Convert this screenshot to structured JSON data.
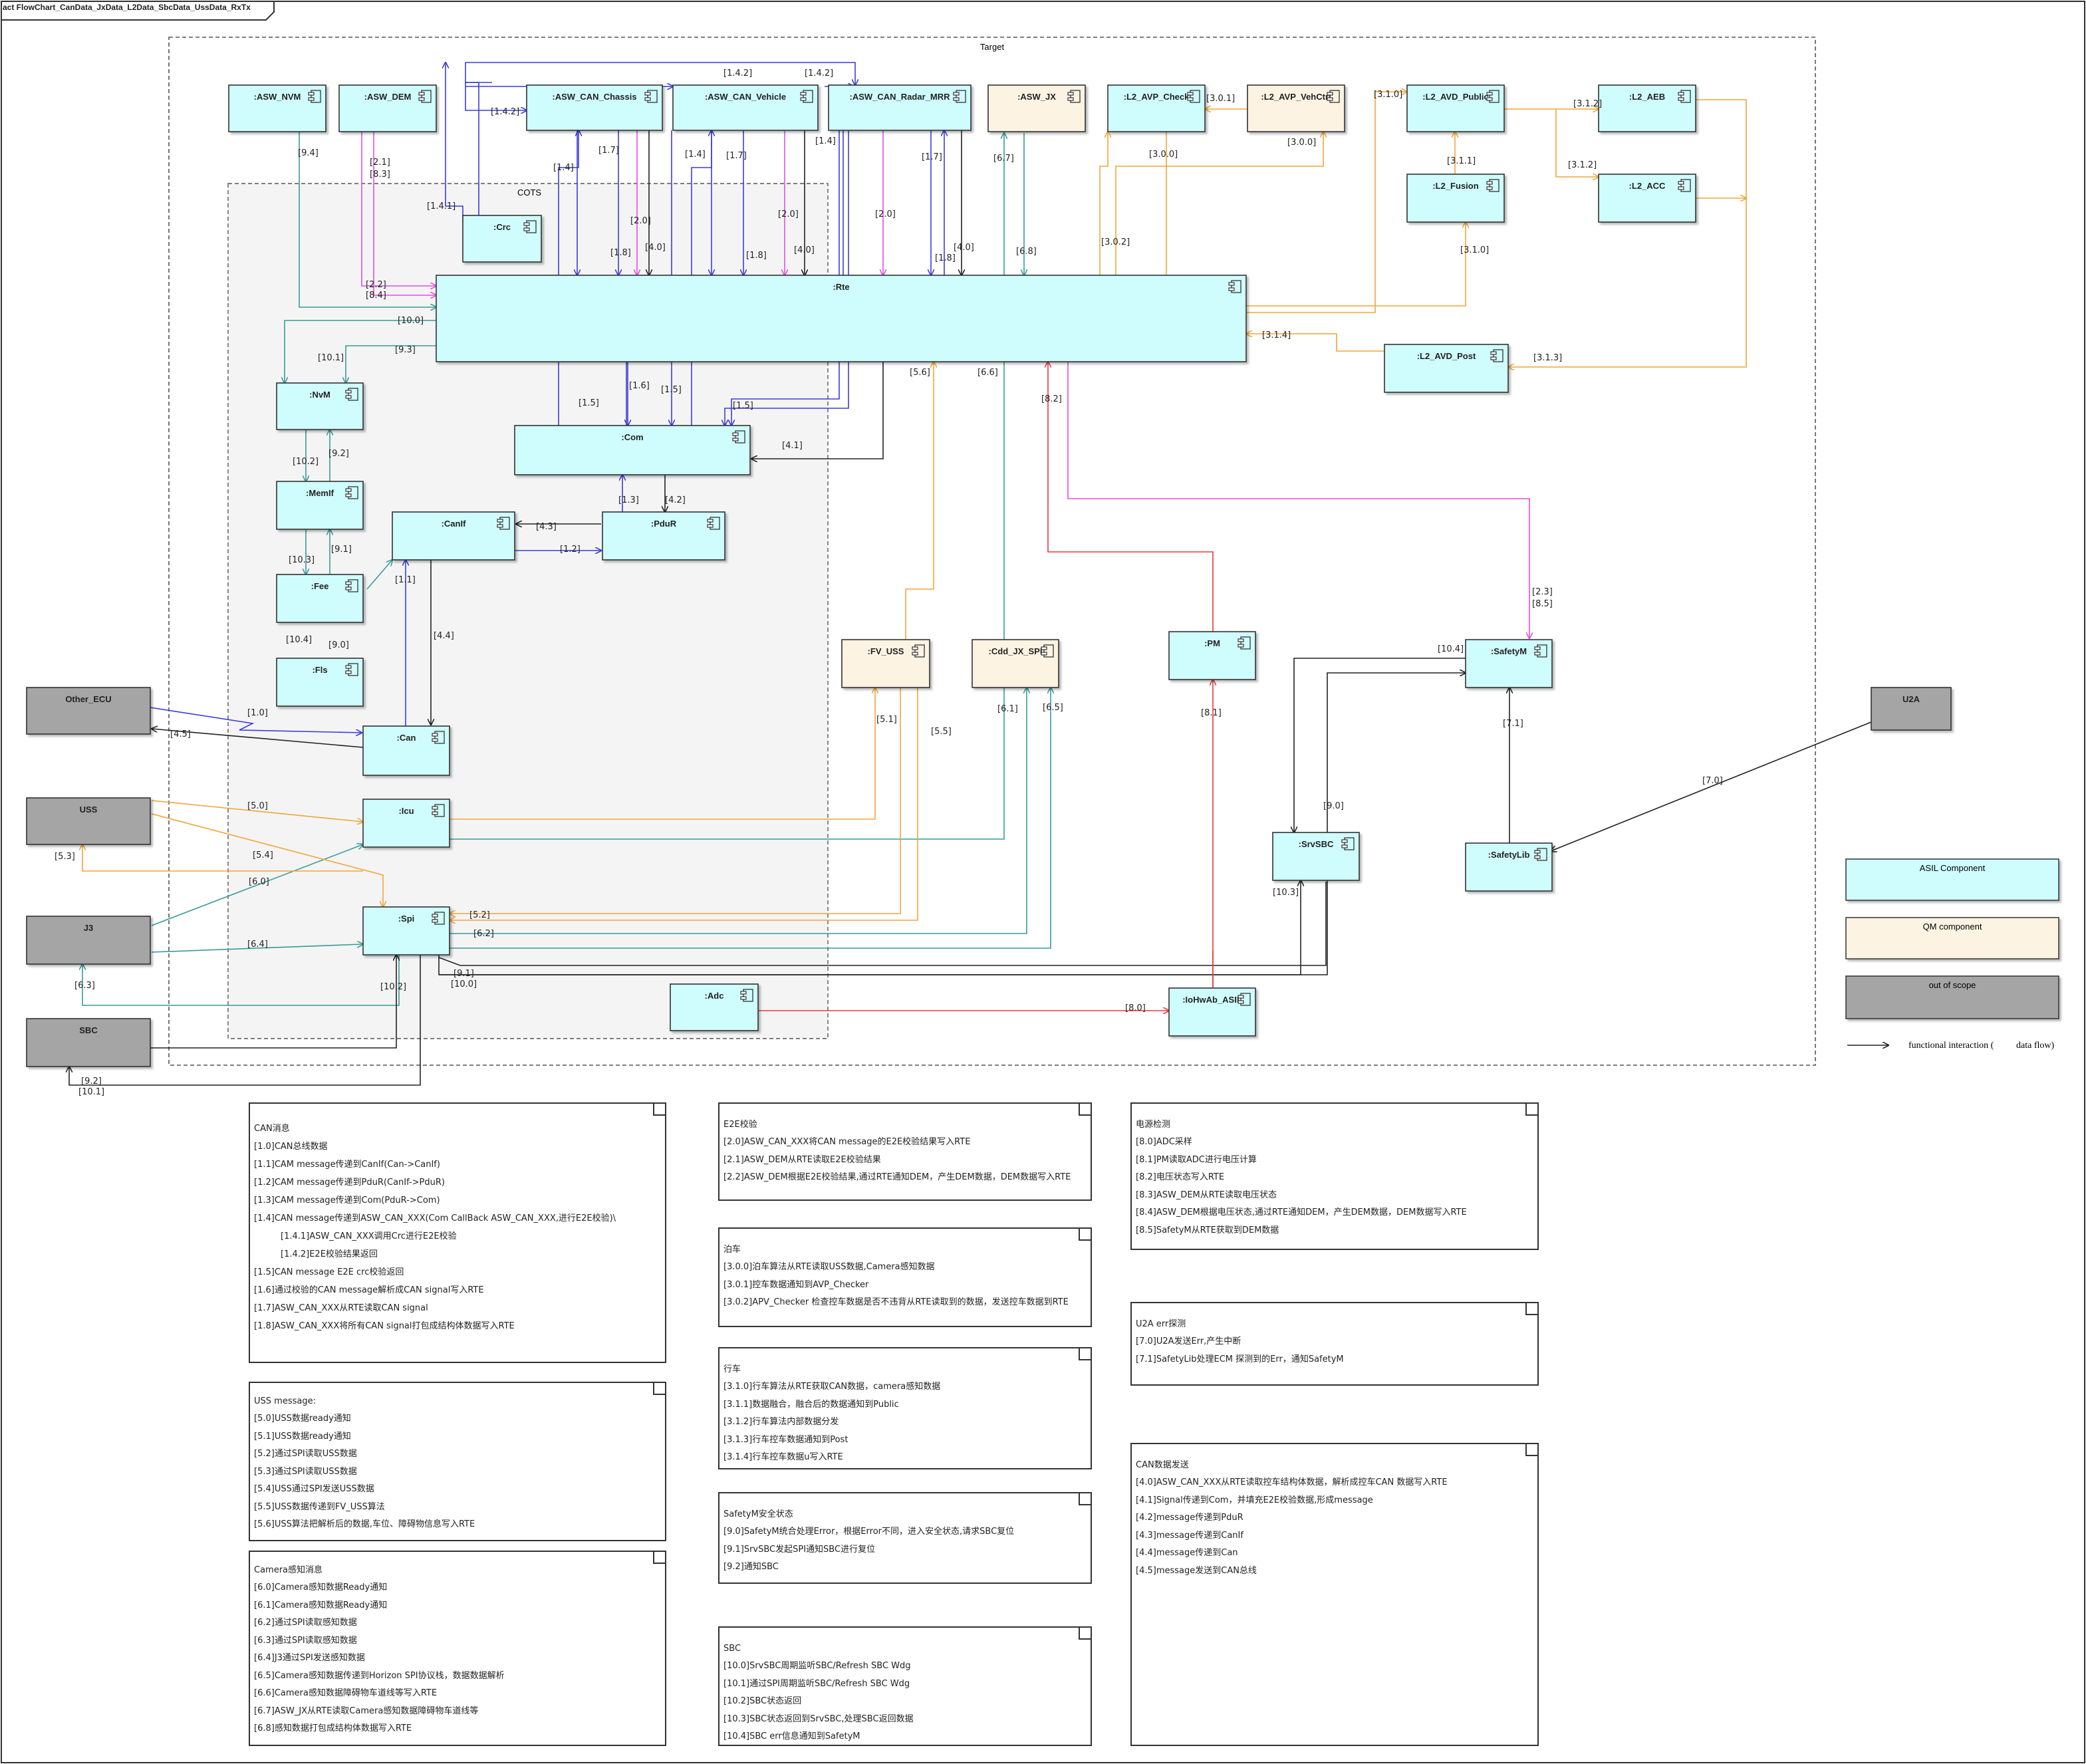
{
  "frame": {
    "title": "act FlowChart_CanData_JxData_L2Data_SbcData_UssData_RxTx"
  },
  "labels": {
    "target": "Target",
    "cots": "COTS"
  },
  "colors": {
    "asil_fill": "#cffcfc",
    "qm_fill": "#fdf3e2",
    "out_fill": "#a5a5a5",
    "blue": "#3c3cd8",
    "teal": "#3a9a9a",
    "pink": "#e050e0",
    "orange": "#f2a53a",
    "black": "#222222",
    "red": "#e83a3a"
  },
  "components": {
    "asw_nvm": ":ASW_NVM",
    "asw_dem": ":ASW_DEM",
    "asw_can_chassis": ":ASW_CAN_Chassis",
    "asw_can_vehicle": ":ASW_CAN_Vehicle",
    "asw_can_radar": ":ASW_CAN_Radar_MRR",
    "asw_jx": ":ASW_JX",
    "l2_avp_check": ":L2_AVP_Check",
    "l2_avp_vehctrl": ":L2_AVP_VehCtrl",
    "l2_avd_public": ":L2_AVD_Public",
    "l2_aeb": ":L2_AEB",
    "l2_fusion": ":L2_Fusion",
    "l2_acc": ":L2_ACC",
    "crc": ":Crc",
    "rte": ":Rte",
    "l2_avd_post": ":L2_AVD_Post",
    "nvm": ":NvM",
    "memif": ":MemIf",
    "fee": ":Fee",
    "fls": ":Fls",
    "com": ":Com",
    "canif": ":CanIf",
    "pdur": ":PduR",
    "can": ":Can",
    "icu": ":Icu",
    "spi": ":Spi",
    "adc": ":Adc",
    "fv_uss": ":FV_USS",
    "cdd_jx_spi": ":Cdd_JX_SPI",
    "pm": ":PM",
    "safetym": ":SafetyM",
    "srvsbc": ":SrvSBC",
    "safetylib": ":SafetyLib",
    "iohwab": ":IoHwAb_ASIL",
    "other_ecu": "Other_ECU",
    "uss": "USS",
    "j3": "J3",
    "sbc": "SBC",
    "u2a": "U2A"
  },
  "legend": {
    "asil": "ASIL Component",
    "qm": "QM component",
    "out": "out of scope",
    "arrow_text_a": "functional interaction (",
    "arrow_text_b": "data flow)"
  },
  "flow_labels": {
    "l_1_4_2a": "[1.4.2]",
    "l_1_4_2b": "[1.4.2]",
    "l_1_4_2c": "[1.4.2]",
    "l_1_4_1": "[1.4.1]",
    "l_1_4a": "[1.4]",
    "l_1_4b": "[1.4]",
    "l_1_4c": "[1.4]",
    "l_1_7a": "[1.7]",
    "l_1_7b": "[1.7]",
    "l_1_7c": "[1.7]",
    "l_2_0a": "[2.0]",
    "l_2_0b": "[2.0]",
    "l_2_0c": "[2.0]",
    "l_4_0a": "[4.0]",
    "l_4_0b": "[4.0]",
    "l_4_0c": "[4.0]",
    "l_1_8a": "[1.8]",
    "l_1_8b": "[1.8]",
    "l_1_8c": "[1.8]",
    "l_9_4": "[9.4]",
    "l_2_1": "[2.1]",
    "l_8_3": "[8.3]",
    "l_2_2": "[2.2]",
    "l_8_4": "[8.4]",
    "l_10_0": "[10.0]",
    "l_10_1": "[10.1]",
    "l_9_3": "[9.3]",
    "l_10_2": "[10.2]",
    "l_9_2": "[9.2]",
    "l_10_3": "[10.3]",
    "l_9_1": "[9.1]",
    "l_10_4": "[10.4]",
    "l_9_0": "[9.0]",
    "l_1_5a": "[1.5]",
    "l_1_5b": "[1.5]",
    "l_1_5c": "[1.5]",
    "l_1_6": "[1.6]",
    "l_4_1": "[4.1]",
    "l_1_3": "[1.3]",
    "l_4_2": "[4.2]",
    "l_4_3": "[4.3]",
    "l_1_2": "[1.2]",
    "l_1_1": "[1.1]",
    "l_4_4": "[4.4]",
    "l_1_0": "[1.0]",
    "l_4_5": "[4.5]",
    "l_5_0": "[5.0]",
    "l_5_4": "[5.4]",
    "l_5_3": "[5.3]",
    "l_6_0": "[6.0]",
    "l_5_2": "[5.2]",
    "l_6_2": "[6.2]",
    "l_6_4": "[6.4]",
    "l_6_3": "[6.3]",
    "l_9_1b": "[9.1]",
    "l_10_0b": "[10.0]",
    "l_10_2b": "[10.2]",
    "l_9_2b": "[9.2]",
    "l_10_1b": "[10.1]",
    "l_5_6": "[5.6]",
    "l_6_6": "[6.6]",
    "l_8_2": "[8.2]",
    "l_5_1": "[5.1]",
    "l_5_5": "[5.5]",
    "l_6_1": "[6.1]",
    "l_6_5": "[6.5]",
    "l_8_1": "[8.1]",
    "l_8_0": "[8.0]",
    "l_6_7": "[6.7]",
    "l_6_8": "[6.8]",
    "l_2_3": "[2.3]",
    "l_8_5": "[8.5]",
    "l_3_0_1": "[3.0.1]",
    "l_3_0_0": "[3.0.0]",
    "l_3_0_0b": "[3.0.0]",
    "l_3_0_2": "[3.0.2]",
    "l_3_1_0": "[3.1.0]",
    "l_3_1_0b": "[3.1.0]",
    "l_3_1_1": "[3.1.1]",
    "l_3_1_2": "[3.1.2]",
    "l_3_1_2b": "[3.1.2]",
    "l_3_1_4": "[3.1.4]",
    "l_3_1_3": "[3.1.3]",
    "l_7_1": "[7.1]",
    "l_7_0": "[7.0]",
    "l_10_3b": "[10.3]"
  },
  "notes": {
    "can": {
      "title": "CAN消息",
      "lines": [
        "[1.0]CAN总线数据",
        "[1.1]CAM message传递到CanIf(Can->CanIf)",
        "[1.2]CAM message传递到PduR(CanIf->PduR)",
        "[1.3]CAM message传递到Com(PduR->Com)",
        "[1.4]CAN message传递到ASW_CAN_XXX(Com CallBack ASW_CAN_XXX,进行E2E校验)\\",
        "[1.4.1]ASW_CAN_XXX调用Crc进行E2E校验",
        "[1.4.2]E2E校验结果返回",
        "[1.5]CAN message E2E crc校验返回",
        "[1.6]通过校验的CAN message解析成CAN signal写入RTE",
        "[1.7]ASW_CAN_XXX从RTE读取CAN signal",
        "[1.8]ASW_CAN_XXX将所有CAN signal打包成结构体数据写入RTE"
      ]
    },
    "uss": {
      "title": "USS message:",
      "lines": [
        "[5.0]USS数据ready通知",
        "[5.1]USS数据ready通知",
        "[5.2]通过SPI读取USS数据",
        "[5.3]通过SPI读取USS数据",
        "[5.4]USS通过SPI发送USS数据",
        "[5.5]USS数据传递到FV_USS算法",
        "[5.6]USS算法把解析后的数据,车位、障碍物信息写入RTE"
      ]
    },
    "camera": {
      "title": "Camera感知消息",
      "lines": [
        "[6.0]Camera感知数据Ready通知",
        "[6.1]Camera感知数据Ready通知",
        "[6.2]通过SPI读取感知数据",
        "[6.3]通过SPI读取感知数据",
        "[6.4]J3通过SPI发送感知数据",
        "[6.5]Camera感知数据传递到Horizon SPI协议栈，数据数据解析",
        "[6.6]Camera感知数据障碍物车道线等写入RTE",
        "[6.7]ASW_JX从RTE读取Camera感知数据障碍物车道线等",
        "[6.8]感知数据打包成结构体数据写入RTE"
      ]
    },
    "e2e": {
      "title": "E2E校验",
      "lines": [
        "[2.0]ASW_CAN_XXX将CAN message的E2E校验结果写入RTE",
        "[2.1]ASW_DEM从RTE读取E2E校验结果",
        "[2.2]ASW_DEM根据E2E校验结果,通过RTE通知DEM，产生DEM数据，DEM数据写入RTE"
      ]
    },
    "park": {
      "title": "泊车",
      "lines": [
        "[3.0.0]泊车算法从RTE读取USS数据,Camera感知数据",
        "[3.0.1]控车数据通知到AVP_Checker",
        "[3.0.2]APV_Checker 检查控车数据是否不违背从RTE读取到的数据，发送控车数据到RTE"
      ]
    },
    "drive": {
      "title": "行车",
      "lines": [
        "[3.1.0]行车算法从RTE获取CAN数据，camera感知数据",
        "[3.1.1]数据融合，融合后的数据通知到Public",
        "[3.1.2]行车算法内部数据分发",
        "[3.1.3]行车控车数据通知到Post",
        "[3.1.4]行车控车数据u写入RTE"
      ]
    },
    "safetym": {
      "title": "SafetyM安全状态",
      "lines": [
        "[9.0]SafetyM统合处理Error，根据Error不同，进入安全状态,请求SBC复位",
        "[9.1]SrvSBC发起SPI通知SBC进行复位",
        "[9.2]通知SBC"
      ]
    },
    "sbc": {
      "title": "SBC",
      "lines": [
        "[10.0]SrvSBC周期监听SBC/Refresh SBC Wdg",
        "[10.1]通过SPI周期监听SBC/Refresh SBC Wdg",
        "[10.2]SBC状态返回",
        "[10.3]SBC状态返回到SrvSBC,处理SBC返回数据",
        "[10.4]SBC err信息通知到SafetyM"
      ]
    },
    "power": {
      "title": "电源检测",
      "lines": [
        "[8.0]ADC采样",
        "[8.1]PM读取ADC进行电压计算",
        "[8.2]电压状态写入RTE",
        "[8.3]ASW_DEM从RTE读取电压状态",
        "[8.4]ASW_DEM根据电压状态,通过RTE通知DEM，产生DEM数据，DEM数据写入RTE",
        "[8.5]SafetyM从RTE获取到DEM数据"
      ]
    },
    "u2a": {
      "title": "U2A err探测",
      "lines": [
        "[7.0]U2A发送Err,产生中断",
        "[7.1]SafetyLib处理ECM 探测到的Err，通知SafetyM"
      ]
    },
    "candata": {
      "title": "CAN数据发送",
      "lines": [
        "[4.0]ASW_CAN_XXX从RTE读取控车结构体数据，解析成控车CAN 数据写入RTE",
        "[4.1]Signal传递到Com，并填充E2E校验数据,形成message",
        "[4.2]message传递到PduR",
        "[4.3]message传递到CanIf",
        "[4.4]message传递到Can",
        "[4.5]message发送到CAN总线"
      ]
    }
  }
}
